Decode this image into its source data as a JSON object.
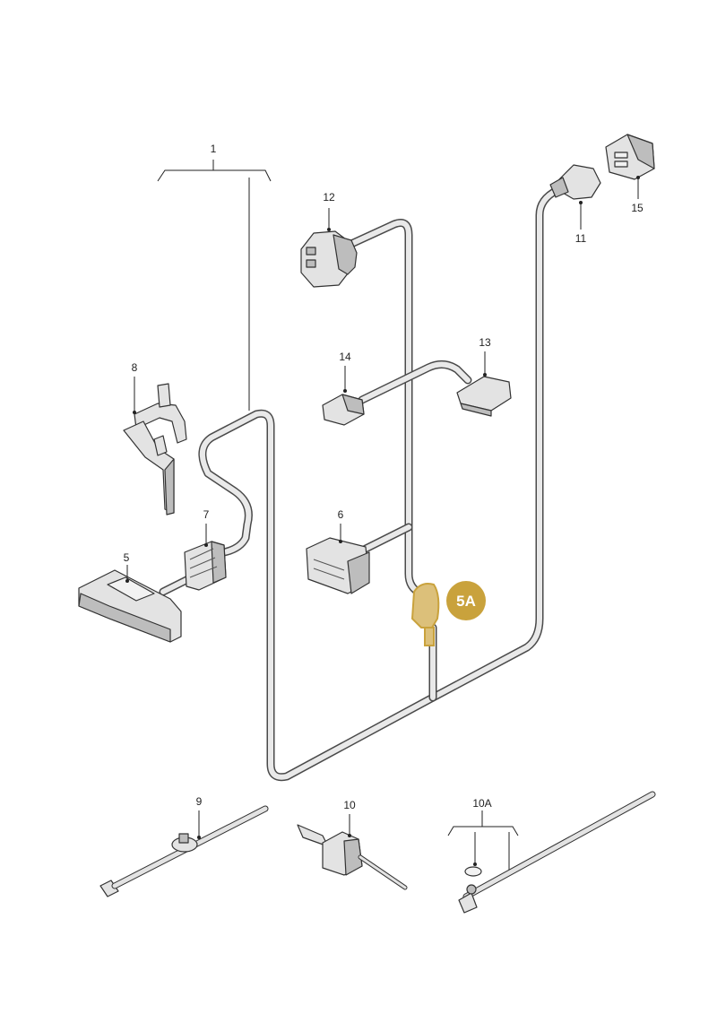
{
  "diagram": {
    "labels": {
      "p1": "1",
      "p5": "5",
      "p5a": "5A",
      "p6": "6",
      "p7": "7",
      "p8": "8",
      "p9": "9",
      "p10": "10",
      "p10a": "10A",
      "p11": "11",
      "p12": "12",
      "p13": "13",
      "p14": "14",
      "p15": "15"
    },
    "colors": {
      "highlight": "#c9a23c",
      "highlight_fill": "#dcc07a",
      "wire_outline": "#4a4a4a",
      "wire_fill": "#e9e9e9"
    },
    "icons": {
      "p5": "multi-pin-connector-icon",
      "p6": "connector-housing-icon",
      "p7": "grommet-icon",
      "p8": "cable-clip-bracket-icon",
      "p9": "cable-tie-with-stud-icon",
      "p10": "cable-holder-clip-icon",
      "p10a": "cable-tie-with-nut-icon",
      "p11": "round-connector-icon",
      "p12": "round-connector-icon",
      "p13": "flat-connector-icon",
      "p14": "small-connector-icon",
      "p15": "connector-housing-icon"
    }
  }
}
